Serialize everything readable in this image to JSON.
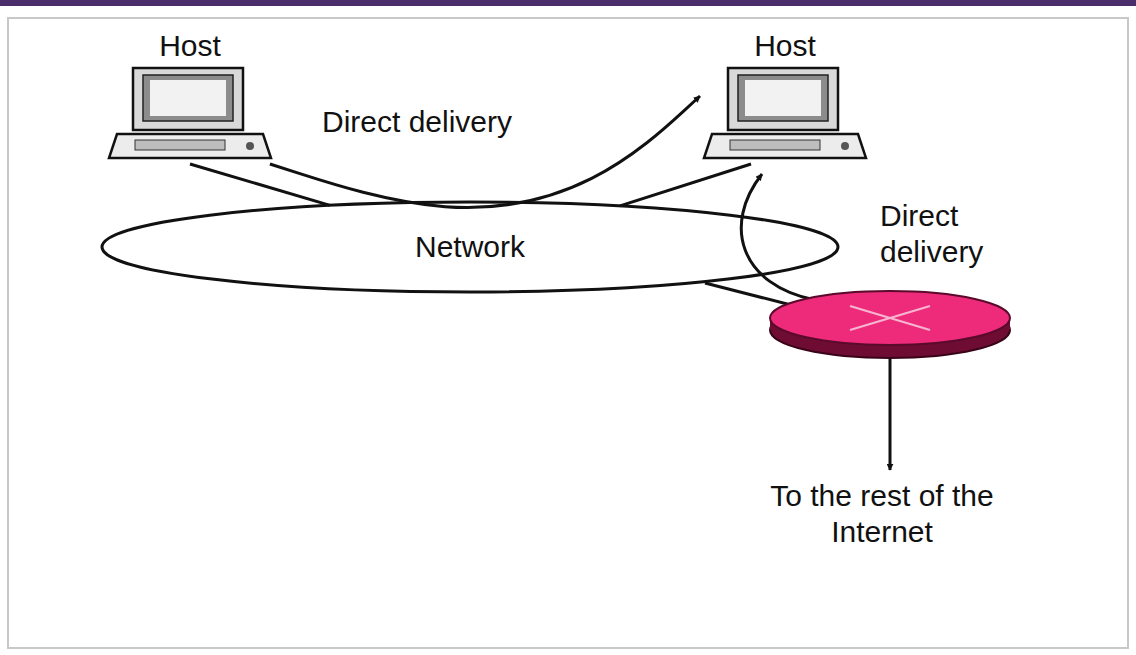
{
  "diagram": {
    "nodes": [
      {
        "text": [
          "Host"
        ]
      },
      {
        "text": [
          "Host"
        ]
      },
      {
        "text": [
          "Network"
        ]
      }
    ],
    "edges": [
      {
        "from": 0,
        "to": 1,
        "arrow": "to",
        "label": "Direct delivery"
      },
      {
        "from": 0,
        "to": 2,
        "arrow": "none"
      },
      {
        "from": 1,
        "to": 2,
        "arrow": "none"
      }
    ],
    "labels": [
      "Direct delivery",
      "To the rest of the Internet"
    ]
  }
}
